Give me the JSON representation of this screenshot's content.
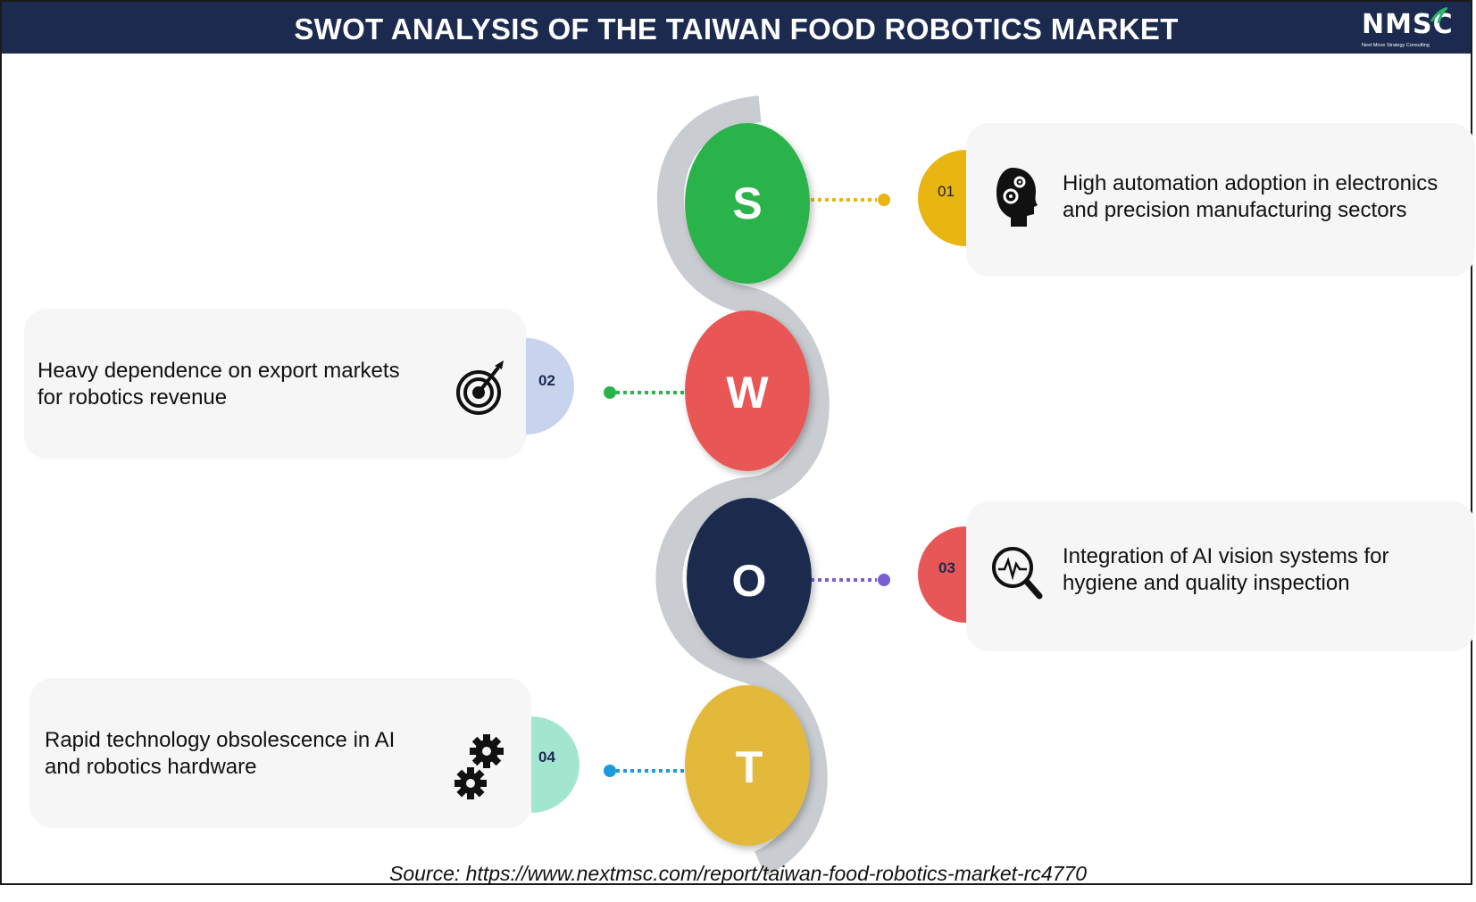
{
  "header": {
    "title": "SWOT ANALYSIS OF THE TAIWAN FOOD ROBOTICS MARKET",
    "logo_text": "NMSC",
    "logo_tagline": "Next Move Strategy Consulting"
  },
  "colors": {
    "header_bg": "#1b2a4e",
    "strength": "#2bb24c",
    "weakness": "#e85757",
    "opportunity": "#1b2a4e",
    "threat": "#e3b93a",
    "tab_01": "#e8b511",
    "tab_02": "#c8d3ee",
    "tab_03": "#e85757",
    "tab_04": "#a3e6cf",
    "connector_01": "#e8b511",
    "connector_02": "#2bb24c",
    "connector_03": "#7a5ed6",
    "connector_04": "#1a9be0",
    "spine": "#c9cdd1"
  },
  "swot": [
    {
      "letter": "S",
      "number": "01",
      "text_line1": "High automation adoption in electronics",
      "text_line2": "and precision manufacturing sectors",
      "icon": "head-gears-icon"
    },
    {
      "letter": "W",
      "number": "02",
      "text_line1": "Heavy dependence on export markets",
      "text_line2": "for robotics revenue",
      "icon": "target-icon"
    },
    {
      "letter": "O",
      "number": "03",
      "text_line1": "Integration of AI vision systems for",
      "text_line2": "hygiene and quality inspection",
      "icon": "magnifier-pulse-icon"
    },
    {
      "letter": "T",
      "number": "04",
      "text_line1": "Rapid technology obsolescence in AI",
      "text_line2": "and robotics hardware",
      "icon": "gears-icon"
    }
  ],
  "source": "Source: https://www.nextmsc.com/report/taiwan-food-robotics-market-rc4770"
}
